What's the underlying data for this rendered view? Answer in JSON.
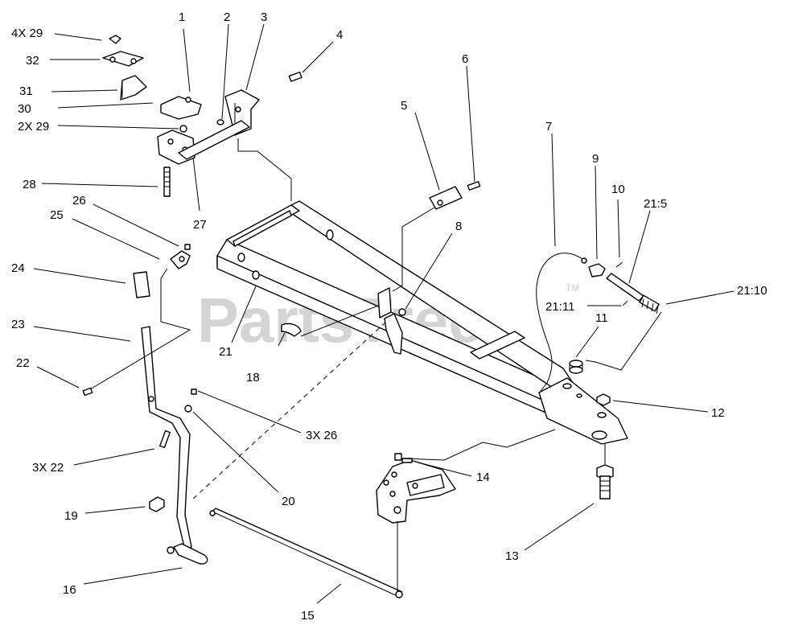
{
  "watermark": {
    "text": "PartsTree",
    "tm": "TM"
  },
  "callouts": {
    "c1": "1",
    "c2": "2",
    "c3": "3",
    "c4": "4",
    "c5": "5",
    "c6": "6",
    "c7": "7",
    "c8": "8",
    "c9": "9",
    "c10": "10",
    "c11": "11",
    "c12": "12",
    "c13": "13",
    "c14": "14",
    "c15": "15",
    "c16": "16",
    "c18": "18",
    "c19": "19",
    "c20": "20",
    "c21": "21",
    "c22": "22",
    "c23": "23",
    "c24": "24",
    "c25": "25",
    "c26": "26",
    "c27": "27",
    "c28": "28",
    "c30": "30",
    "c31": "31",
    "c32": "32",
    "c4x29": "4X 29",
    "c2x29": "2X 29",
    "c3x26": "3X 26",
    "c3x22": "3X 22",
    "c21_5": "21:5",
    "c21_10": "21:10",
    "c21_11": "21:11"
  }
}
